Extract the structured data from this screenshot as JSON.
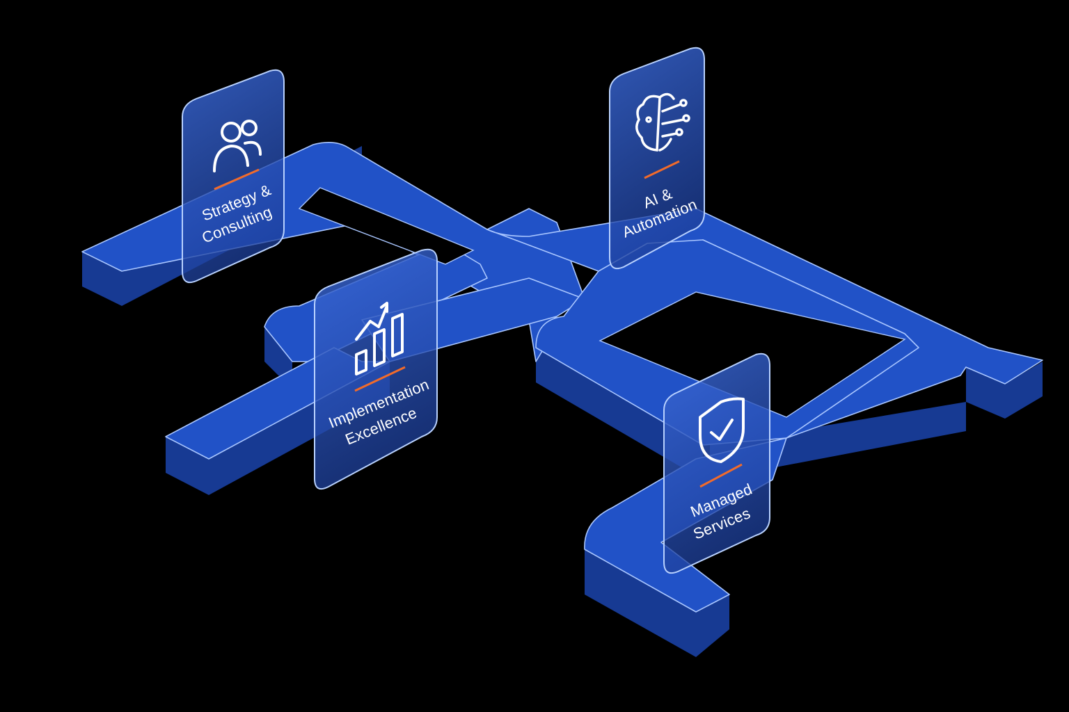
{
  "colors": {
    "background": "#000000",
    "track_top": "#1f4fc2",
    "track_side": "#1a3f9c",
    "track_edge": "#9fc0ff",
    "card_fill": "#2a4fb0",
    "card_edge": "#b9d2ff",
    "accent": "#f26b2a",
    "icon": "#ffffff"
  },
  "cards": [
    {
      "id": "strategy",
      "icon": "users-icon",
      "line1": "Strategy &",
      "line2": "Consulting"
    },
    {
      "id": "implementation",
      "icon": "bar-chart-growth-icon",
      "line1": "Implementation",
      "line2": "Excellence"
    },
    {
      "id": "ai",
      "icon": "brain-circuit-icon",
      "line1": "AI &",
      "line2": "Automation"
    },
    {
      "id": "managed",
      "icon": "shield-check-icon",
      "line1": "Managed",
      "line2": "Services"
    }
  ]
}
